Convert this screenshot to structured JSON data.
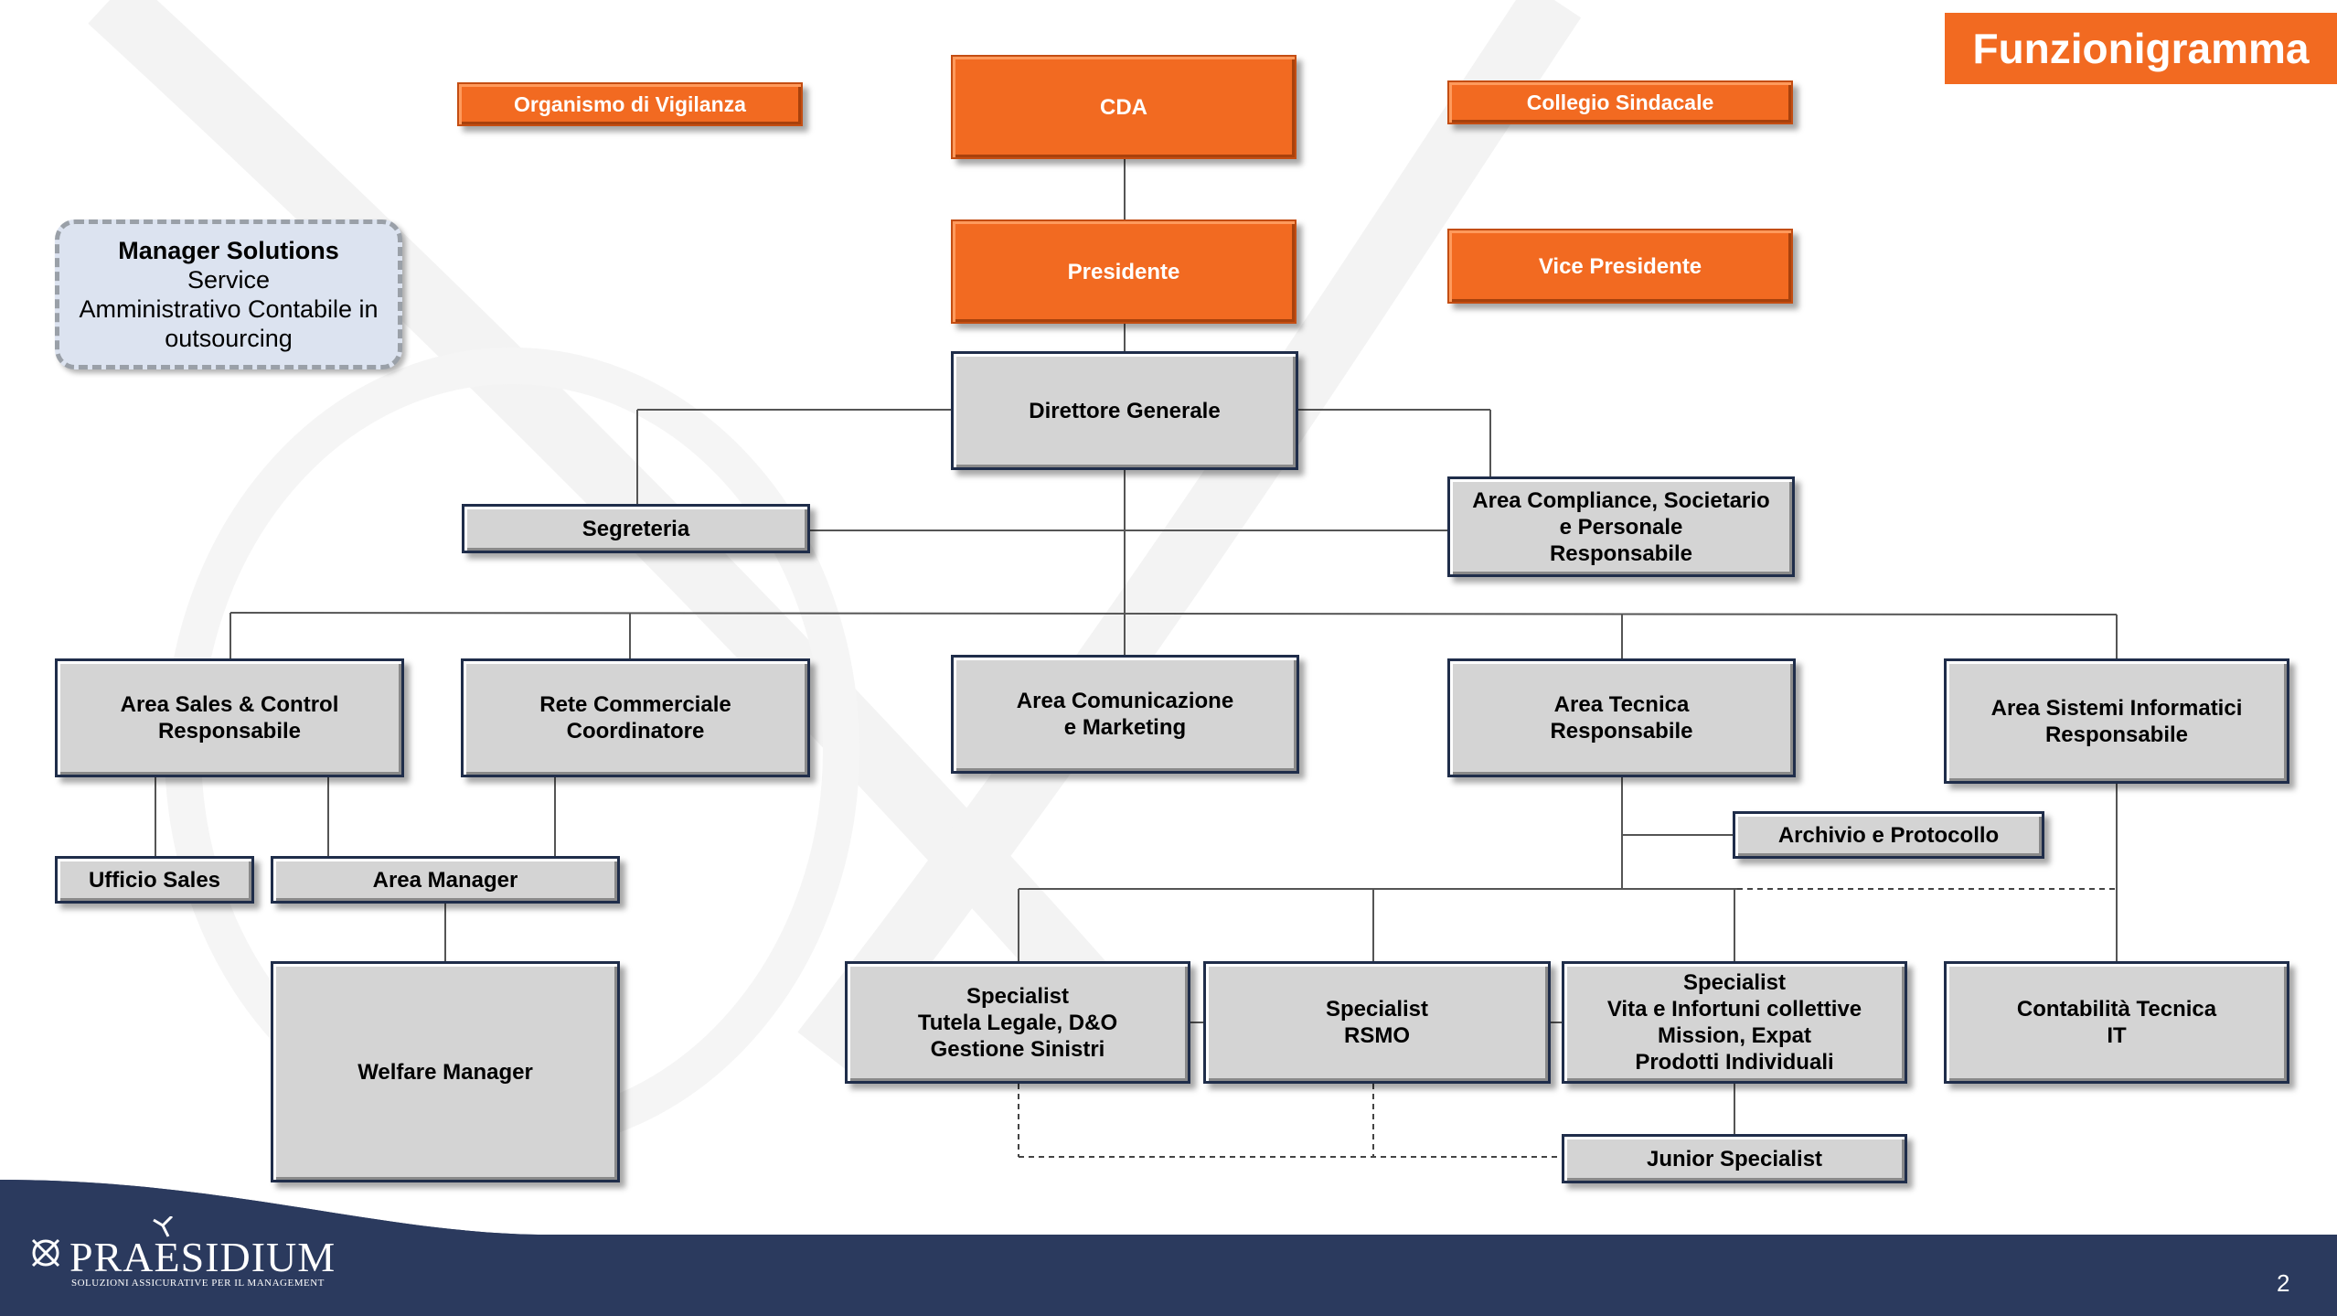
{
  "title": "Funzionigramma",
  "manager_solutions": {
    "line1": "Manager Solutions",
    "line2": "Service",
    "line3": "Amministrativo Contabile in",
    "line4": "outsourcing"
  },
  "boxes": {
    "organismo": "Organismo di Vigilanza",
    "cda": "CDA",
    "collegio": "Collegio Sindacale",
    "presidente": "Presidente",
    "vice_presidente": "Vice Presidente",
    "direttore": "Direttore Generale",
    "segreteria": "Segreteria",
    "compliance": "Area Compliance, Societario\ne Personale\nResponsabile",
    "sales_control": "Area Sales & Control\nResponsabile",
    "rete_commerciale": "Rete Commerciale\nCoordinatore",
    "comunicazione": "Area Comunicazione\ne Marketing",
    "tecnica": "Area Tecnica\nResponsabile",
    "sistemi": "Area Sistemi Informatici\nResponsabile",
    "ufficio_sales": "Ufficio Sales",
    "area_manager": "Area Manager",
    "archivio": "Archivio e Protocollo",
    "welfare": "Welfare Manager",
    "spec_legale": "Specialist\nTutela Legale, D&O\nGestione Sinistri",
    "spec_rsmo": "Specialist\nRSMO",
    "spec_vita": "Specialist\nVita e Infortuni collettive\nMission, Expat\nProdotti Individuali",
    "contabilita": "Contabilità Tecnica\nIT",
    "junior": "Junior Specialist"
  },
  "logo": {
    "name": "PRAESIDIUM",
    "tagline": "SOLUZIONI ASSICURATIVE PER IL MANAGEMENT"
  },
  "page_number": "2",
  "colors": {
    "orange": "#f26a21",
    "grey_box": "#d4d4d4",
    "navy": "#2b3a5e",
    "dashed_box": "#dce3f0"
  }
}
